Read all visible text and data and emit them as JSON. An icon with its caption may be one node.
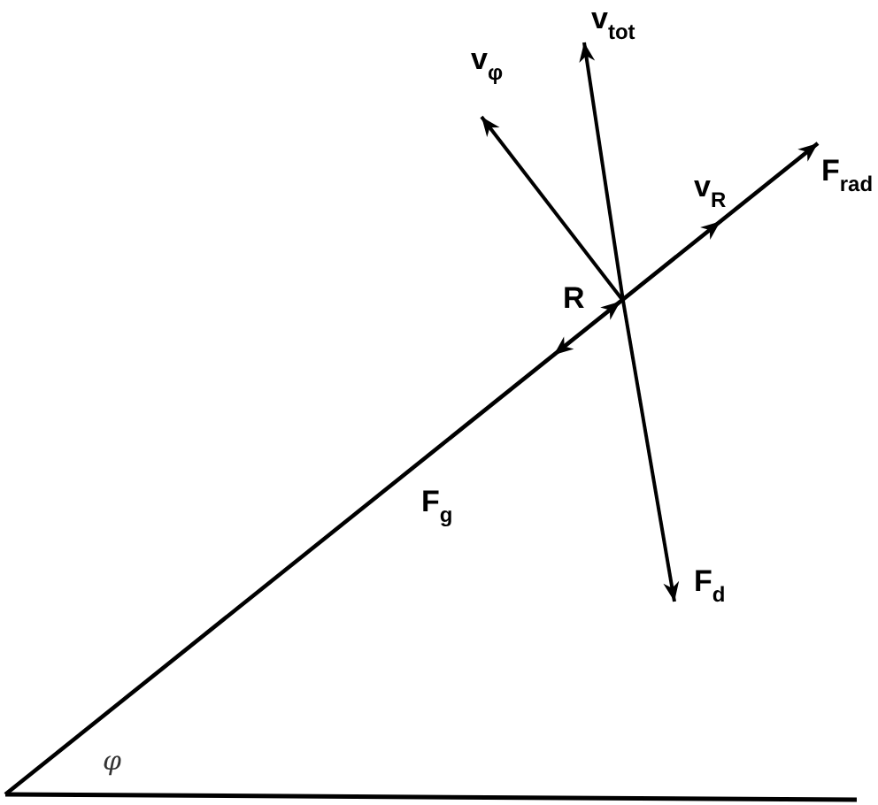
{
  "diagram": {
    "labels": [
      "v$_{tot}$",
      "v$_{φ}$",
      "F$_{rad}$",
      "v$_{R}$",
      "R",
      "F$_{g}$",
      "F$_{d}$",
      "φ"
    ]
  }
}
